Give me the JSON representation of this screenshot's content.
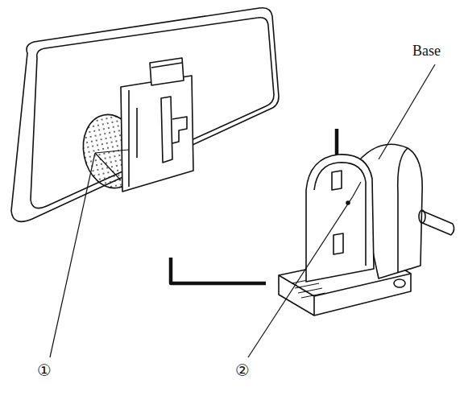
{
  "diagram": {
    "labels": [
      "Base",
      "①",
      "②"
    ]
  }
}
